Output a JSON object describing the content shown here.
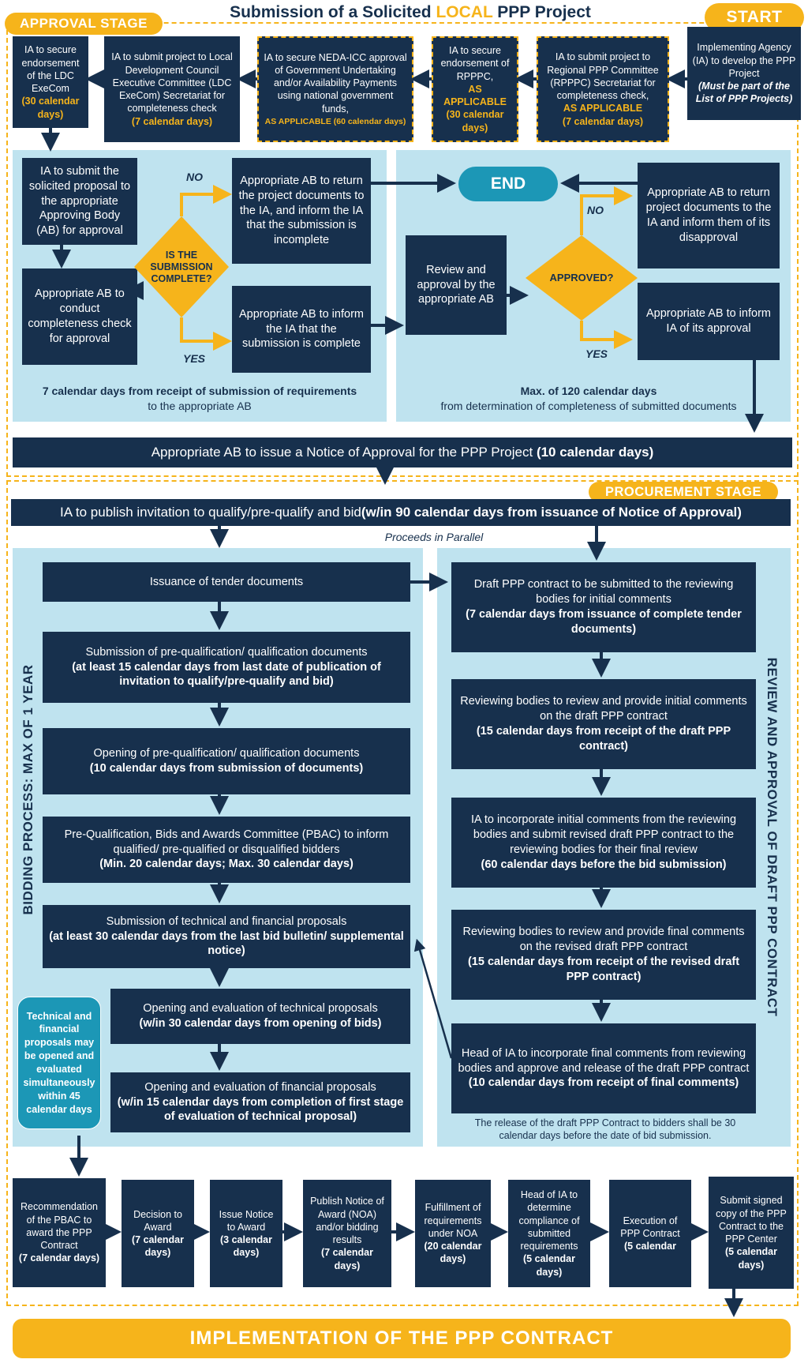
{
  "title_parts": [
    "Submission of a Solicited ",
    "LOCAL",
    " PPP Project"
  ],
  "approval_stage": "APPROVAL STAGE",
  "start": "START",
  "procurement_stage": "PROCUREMENT STAGE",
  "top_row": {
    "start_box": [
      "Implementing Agency (IA) to develop the PPP Project",
      "(Must be part of the List of PPP Projects)"
    ],
    "rpppc": [
      "IA to submit project to Regional PPP Committee (RPPPC) Secretariat for completeness check,",
      "AS APPLICABLE",
      "(7 calendar days)"
    ],
    "endorse_rpppc": [
      "IA to secure endorsement of RPPPC,",
      "AS APPLICABLE",
      "(30 calendar days)"
    ],
    "neda": [
      "IA to secure NEDA-ICC approval of Government Undertaking and/or Availability Payments using national government funds,",
      "AS APPLICABLE (60 calendar days)"
    ],
    "ldc_submit": [
      "IA to submit project to Local Development Council Executive Committee (LDC ExeCom) Secretariat for completeness check",
      "(7 calendar days)"
    ],
    "ldc_endorse": [
      "IA to secure endorsement of the LDC ExeCom",
      "(30 calendar days)"
    ]
  },
  "approval": {
    "submit_ab": "IA to submit the solicited proposal to the appropriate Approving Body (AB) for approval",
    "completeness_check": "Appropriate AB to conduct completeness check for approval",
    "is_complete": "IS THE SUBMISSION COMPLETE?",
    "no": "NO",
    "yes": "YES",
    "return_ia": "Appropriate AB to return the project documents to the IA, and inform the IA that the submission is incomplete",
    "inform_complete": "Appropriate AB to inform the IA that the submission is complete",
    "caption_left_bold": "7 calendar days from receipt of submission of requirements",
    "caption_left": "to the appropriate AB",
    "end": "END",
    "review": "Review and approval by the appropriate AB",
    "approved": "APPROVED?",
    "return_disapproval": "Appropriate AB to return project documents to the IA and inform them of its disapproval",
    "inform_approval": "Appropriate AB to inform IA of its approval",
    "caption_right_bold": "Max. of 120 calendar days",
    "caption_right": "from determination of completeness of submitted documents",
    "notice_of_approval": "Appropriate AB to issue a Notice of Approval for the PPP Project ",
    "notice_days": "(10 calendar days)"
  },
  "procurement": {
    "publish": "IA to publish invitation to qualify/pre-qualify and bid ",
    "publish_days": "(w/in 90 calendar days from issuance of Notice of Approval)",
    "parallel": "Proceeds in Parallel",
    "bidding_label": "BIDDING PROCESS: MAX OF 1 YEAR",
    "review_label": "REVIEW AND APPROVAL OF DRAFT PPP CONTRACT",
    "left": [
      [
        "Issuance of tender documents",
        ""
      ],
      [
        "Submission of pre-qualification/ qualification documents",
        "(at least 15 calendar days from last date of publication of invitation to qualify/pre-qualify and bid)"
      ],
      [
        "Opening of pre-qualification/ qualification documents",
        "(10 calendar days from submission of documents)"
      ],
      [
        "Pre-Qualification, Bids and Awards Committee (PBAC) to inform qualified/ pre-qualified or disqualified bidders",
        "(Min. 20 calendar days; Max. 30 calendar days)"
      ],
      [
        "Submission of technical and financial proposals",
        "(at least 30 calendar days from the last bid bulletin/ supplemental notice)"
      ],
      [
        "Opening and evaluation of technical proposals",
        "(w/in 30 calendar days from opening of bids)"
      ],
      [
        "Opening and evaluation of financial proposals",
        "(w/in 15 calendar days from completion of first stage of evaluation of technical proposal)"
      ]
    ],
    "right": [
      [
        "Draft PPP contract to be submitted to the reviewing bodies for initial comments",
        "(7 calendar days from issuance of complete tender documents)"
      ],
      [
        "Reviewing bodies to review and provide initial comments on the draft PPP contract",
        "(15 calendar days from receipt of the draft PPP contract)"
      ],
      [
        "IA to incorporate initial comments from the reviewing bodies and submit revised draft PPP contract to the reviewing bodies for their final review",
        "(60 calendar days before the bid submission)"
      ],
      [
        "Reviewing bodies to review and provide final comments on the revised draft PPP contract",
        "(15 calendar days from receipt of the revised draft PPP contract)"
      ],
      [
        "Head of IA to incorporate final comments from reviewing bodies and approve and release of the draft PPP contract",
        "(10 calendar days from receipt of final comments)"
      ]
    ],
    "note_left": "Technical and financial proposals may be opened and evaluated simultaneously within 45 calendar days",
    "release_note": "The release of the draft PPP Contract to bidders shall be 30 calendar days before the date of bid submission.",
    "bottom": [
      [
        "Recommendation of the PBAC to award the PPP Contract",
        "(7 calendar days)"
      ],
      [
        "Decision to Award",
        "(7 calendar days)"
      ],
      [
        "Issue Notice to Award",
        "(3 calendar days)"
      ],
      [
        "Publish Notice of Award (NOA) and/or bidding results",
        "(7 calendar days)"
      ],
      [
        "Fulfillment of requirements under NOA",
        "(20 calendar days)"
      ],
      [
        "Head of IA to determine compliance of submitted requirements",
        "(5 calendar days)"
      ],
      [
        "Execution of PPP Contract",
        "(5 calendar"
      ],
      [
        "Submit signed copy of the PPP Contract to the PPP Center",
        "(5 calendar days)"
      ]
    ],
    "implementation": "IMPLEMENTATION OF THE PPP CONTRACT"
  },
  "colors": {
    "navy": "#17304d",
    "gold": "#f6b41b",
    "panel": "#bfe3ef",
    "teal": "#1c97b6"
  }
}
